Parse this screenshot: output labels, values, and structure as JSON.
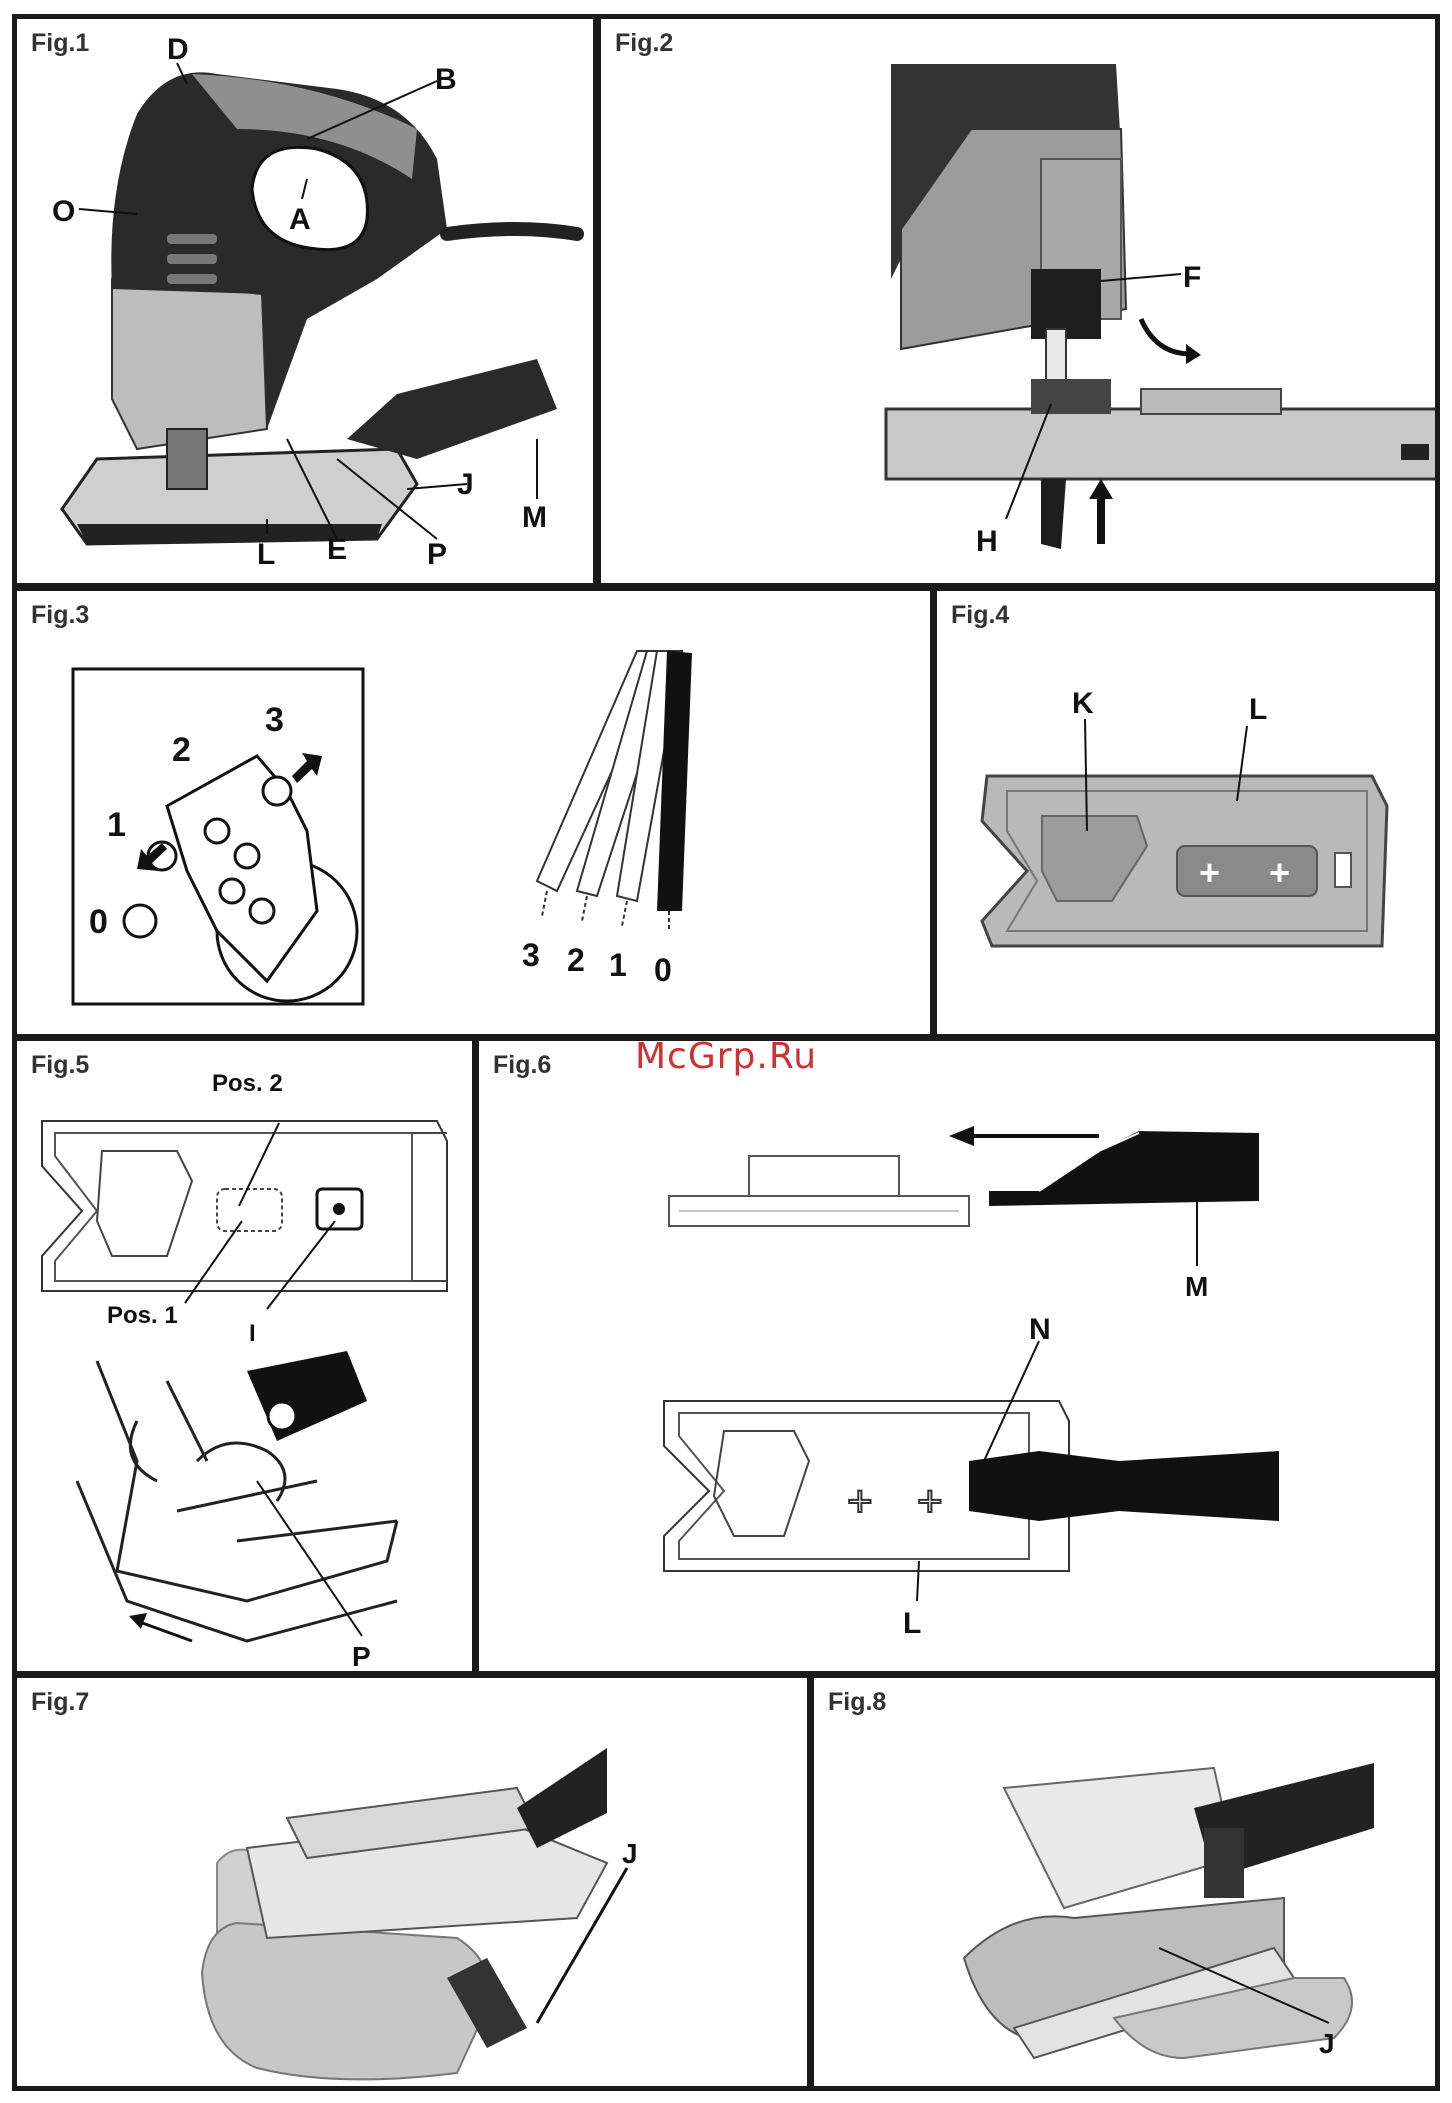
{
  "figures": {
    "fig1": {
      "title": "Fig.1",
      "callouts": [
        "D",
        "B",
        "O",
        "A",
        "J",
        "M",
        "L",
        "E",
        "P"
      ]
    },
    "fig2": {
      "title": "Fig.2",
      "callouts": [
        "F",
        "H"
      ]
    },
    "fig3": {
      "title": "Fig.3",
      "dial_positions": [
        "1",
        "2",
        "3",
        "0"
      ],
      "blade_positions": [
        "3",
        "2",
        "1",
        "0"
      ]
    },
    "fig4": {
      "title": "Fig.4",
      "callouts": [
        "K",
        "L"
      ]
    },
    "fig5": {
      "title": "Fig.5",
      "callouts": [
        "Pos. 2",
        "Pos. 1",
        "I",
        "P"
      ]
    },
    "fig6": {
      "title": "Fig.6",
      "callouts": [
        "M",
        "N",
        "L"
      ]
    },
    "fig7": {
      "title": "Fig.7",
      "callouts": [
        "J"
      ]
    },
    "fig8": {
      "title": "Fig.8",
      "callouts": [
        "J"
      ]
    }
  },
  "watermark": "McGrp.Ru",
  "colors": {
    "border": "#1a1a1a",
    "tool_dark": "#222222",
    "tool_grey": "#9a9a9a",
    "watermark": "#d03030"
  }
}
